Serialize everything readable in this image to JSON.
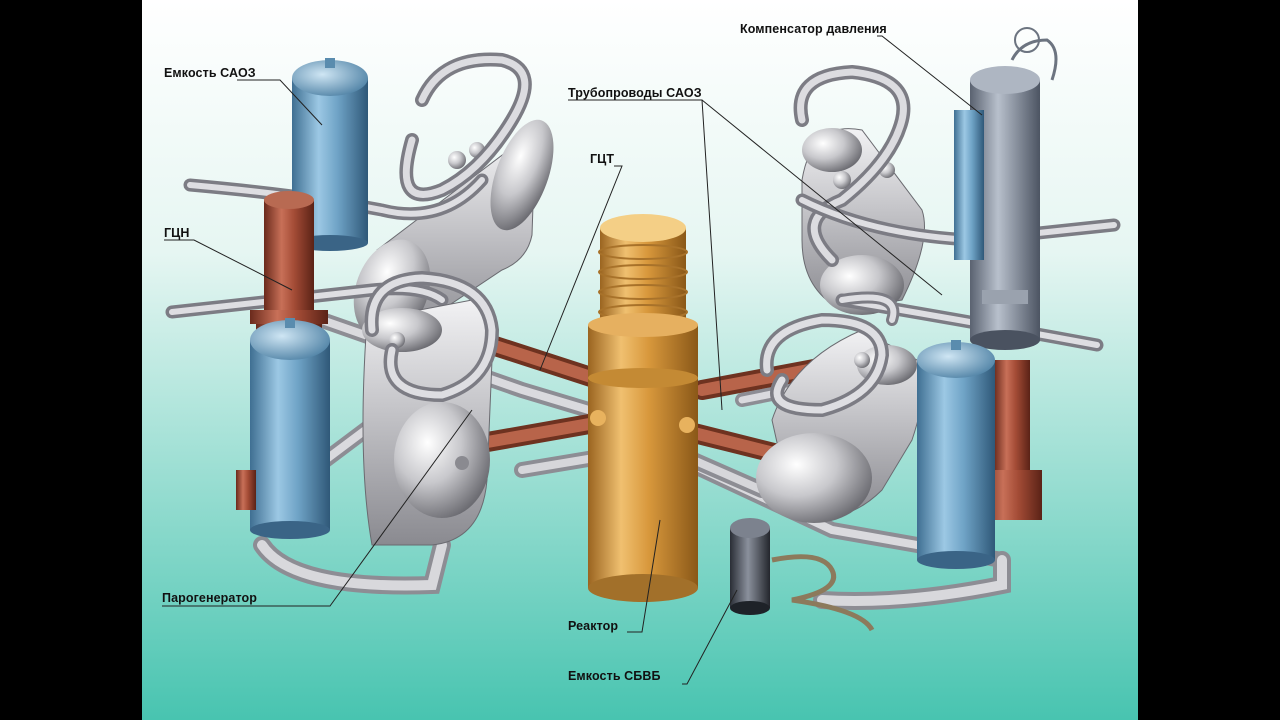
{
  "labels": {
    "emkost_saoz": "Емкость САОЗ",
    "gcn": "ГЦН",
    "parogenerator": "Парогенератор",
    "gct": "ГЦТ",
    "truboprovody_saoz": "Трубопроводы САОЗ",
    "reaktor": "Реактор",
    "emkost_sbvb": "Емкость СБВБ",
    "kompensator": "Компенсатор давления"
  },
  "colors": {
    "background_top": "#ffffff",
    "background_bottom": "#4fc8b4",
    "saoz_tank": "#6fa6c8",
    "pump": "#a8503a",
    "reactor": "#d89a3a",
    "steel": "#c8c8cc",
    "pressurizer": "#8e96a4"
  }
}
